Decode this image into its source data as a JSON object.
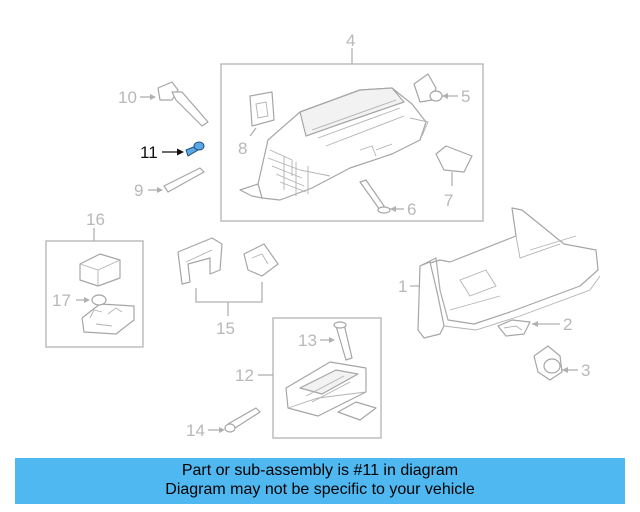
{
  "callouts": {
    "c1": "1",
    "c2": "2",
    "c3": "3",
    "c4": "4",
    "c5": "5",
    "c6": "6",
    "c7": "7",
    "c8": "8",
    "c9": "9",
    "c10": "10",
    "c11": "11",
    "c12": "12",
    "c13": "13",
    "c14": "14",
    "c15": "15",
    "c16": "16",
    "c17": "17"
  },
  "highlight": {
    "part": "11",
    "color": "#5aa9e6"
  },
  "banner": {
    "line1": "Part or sub-assembly is #11 in diagram",
    "line2": "Diagram may not be specific to your vehicle",
    "color": "#4fb8f1"
  }
}
